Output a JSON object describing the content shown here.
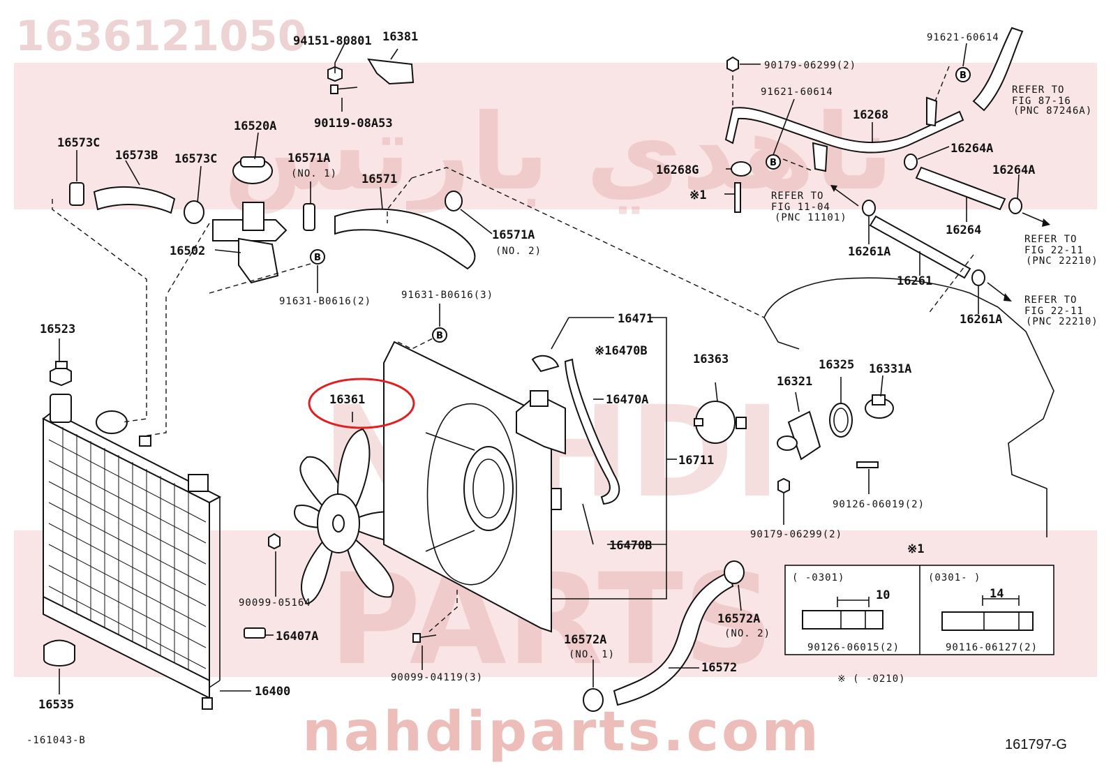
{
  "watermark": {
    "part_number": "1636121050",
    "url": "nahdiparts.com",
    "arabic": "ناهدي بارتس",
    "brand_line1": "NAHDI",
    "brand_line2": "PARTS"
  },
  "figure_code": "161797-G",
  "footnote_ref": "-161043-B",
  "highlighted_part": "16361",
  "callouts": {
    "p94151": "94151-80801",
    "p16381": "16381",
    "p90119": "90119-08A53",
    "p16573C_a": "16573C",
    "p16573B": "16573B",
    "p16573C_b": "16573C",
    "p16520A": "16520A",
    "p16571A_1": "16571A",
    "p16571A_1n": "(NO. 1)",
    "p16571": "16571",
    "p16571A_2": "16571A",
    "p16571A_2n": "(NO. 2)",
    "p16502": "16502",
    "p91631_2": "91631-B0616(2)",
    "p91631_3": "91631-B0616(3)",
    "p16523": "16523",
    "p16361": "16361",
    "p16471": "16471",
    "p16470B_a": "※16470B",
    "p16470A": "16470A",
    "p16711": "16711",
    "p16470B_b": "16470B",
    "p90099_05164": "90099-05164",
    "p16407A": "16407A",
    "p16400": "16400",
    "p16535": "16535",
    "p90099_04119": "90099-04119(3)",
    "p16572A_1": "16572A",
    "p16572A_1n": "(NO. 1)",
    "p16572": "16572",
    "p16572A_2": "16572A",
    "p16572A_2n": "(NO. 2)",
    "p90179_a": "90179-06299(2)",
    "p91621_a": "91621-60614",
    "p91621_b": "91621-60614",
    "p16268": "16268",
    "p16268G": "16268G",
    "p_star1": "※1",
    "p16264A_a": "16264A",
    "p16264A_b": "16264A",
    "p16264": "16264",
    "p16261A_a": "16261A",
    "p16261": "16261",
    "p16261A_b": "16261A",
    "p16363": "16363",
    "p16321": "16321",
    "p16325": "16325",
    "p16331A": "16331A",
    "p90126_06019": "90126-06019(2)",
    "p90179_b": "90179-06299(2)"
  },
  "refers": {
    "r1": [
      "REFER TO",
      "FIG 87-16",
      "(PNC 87246A)"
    ],
    "r2": [
      "REFER TO",
      "FIG 11-04",
      "(PNC 11101)"
    ],
    "r3": [
      "REFER TO",
      "FIG 22-11",
      "(PNC 22210)"
    ],
    "r4": [
      "REFER TO",
      "FIG 22-11",
      "(PNC 22210)"
    ]
  },
  "inset": {
    "title": "※1",
    "left_range": "(      -0301)",
    "right_range": "(0301-      )",
    "left_dim": "10",
    "right_dim": "14",
    "left_part": "90126-06015(2)",
    "right_part": "90116-06127(2)",
    "footnote": "※ (      -0210)"
  }
}
